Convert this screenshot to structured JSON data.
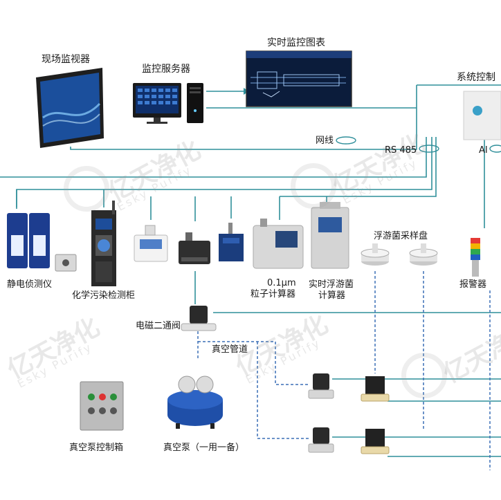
{
  "watermark": {
    "cn": "亿天净化",
    "en": "Esky Purify"
  },
  "labels": {
    "field_monitor": "现场监视器",
    "monitor_server": "监控服务器",
    "realtime_chart": "实时监控图表",
    "system_control": "系统控制",
    "network_cable": "网线",
    "rs485": "RS 485",
    "ai": "AI",
    "static_detector": "静电侦测仪",
    "chem_cabinet": "化学污染检测柜",
    "particle_counter_line1": "0.1μm",
    "particle_counter_line2": "粒子计算器",
    "bio_counter_line1": "实时浮游菌",
    "bio_counter_line2": "计算器",
    "sampling_plate": "浮游菌采样盘",
    "alarm": "报警器",
    "solenoid_valve": "电磁二通阀",
    "vacuum_pipe": "真空管道",
    "vacuum_pump_box": "真空泵控制箱",
    "vacuum_pump": "真空泵（一用一备）"
  },
  "colors": {
    "line": "#2f8f9a",
    "dash": "#3a6fb5",
    "pump_blue": "#1f4fa8",
    "cabinet_blue": "#2a4f96"
  }
}
